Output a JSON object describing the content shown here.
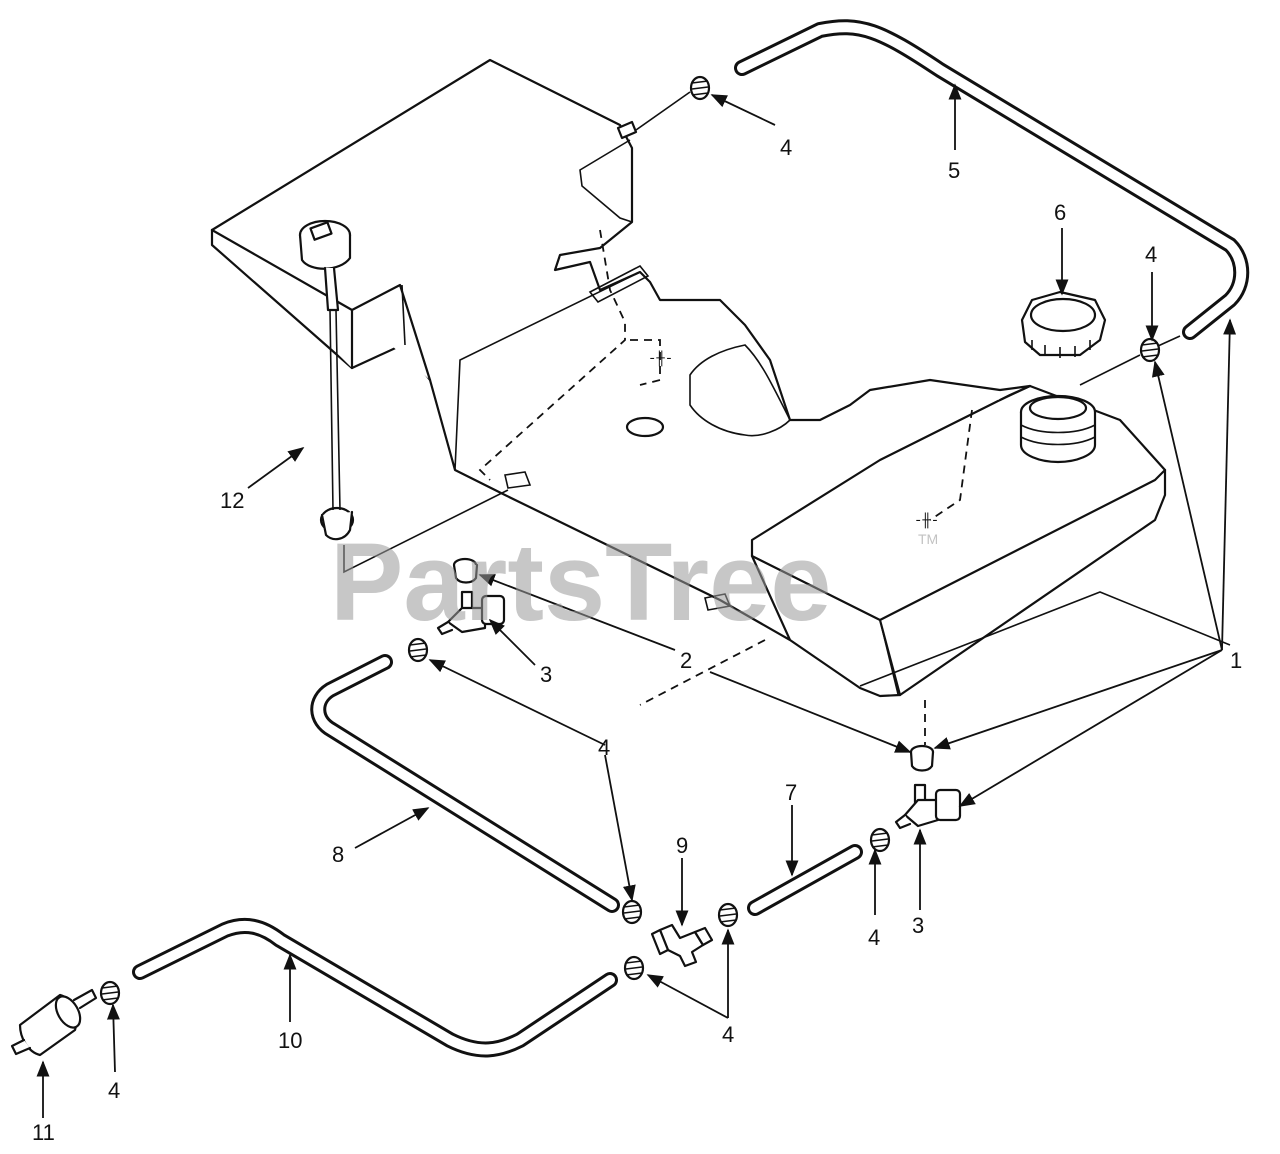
{
  "watermark": {
    "text": "PartsTree",
    "tm": "TM"
  },
  "callouts": [
    "1",
    "2",
    "3",
    "3",
    "4",
    "4",
    "4",
    "4",
    "4",
    "4",
    "4",
    "5",
    "6",
    "7",
    "8",
    "9",
    "10",
    "11",
    "12"
  ]
}
